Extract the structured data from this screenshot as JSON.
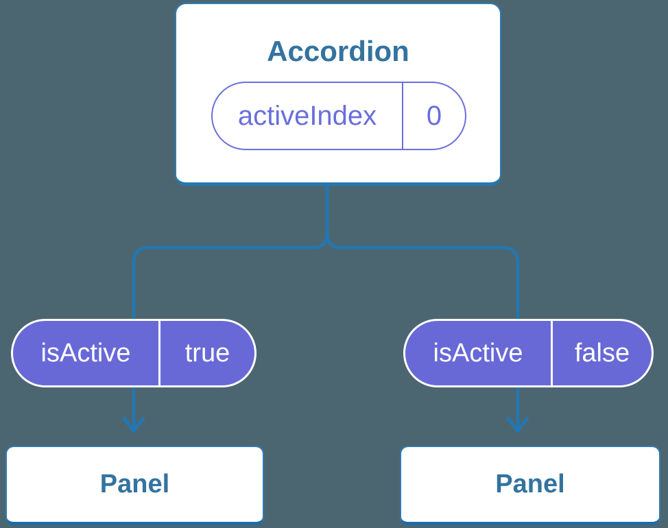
{
  "diagram": {
    "root": {
      "label": "Accordion",
      "state": {
        "name": "activeIndex",
        "value": "0"
      }
    },
    "props": [
      {
        "name": "isActive",
        "value": "true"
      },
      {
        "name": "isActive",
        "value": "false"
      }
    ],
    "panels": [
      {
        "label": "Panel"
      },
      {
        "label": "Panel"
      }
    ],
    "colors": {
      "background": "#4c6671",
      "connector_blue": "#2277b4",
      "card_border_blue": "#2e7bb3",
      "card_border_bottom_blue": "#2577af",
      "heading_text_blue": "#33739f",
      "pill_fill_purple": "#6869d6",
      "pill_outline_purple": "#6a6edc",
      "pill_divider_white": "#ffffff"
    }
  }
}
